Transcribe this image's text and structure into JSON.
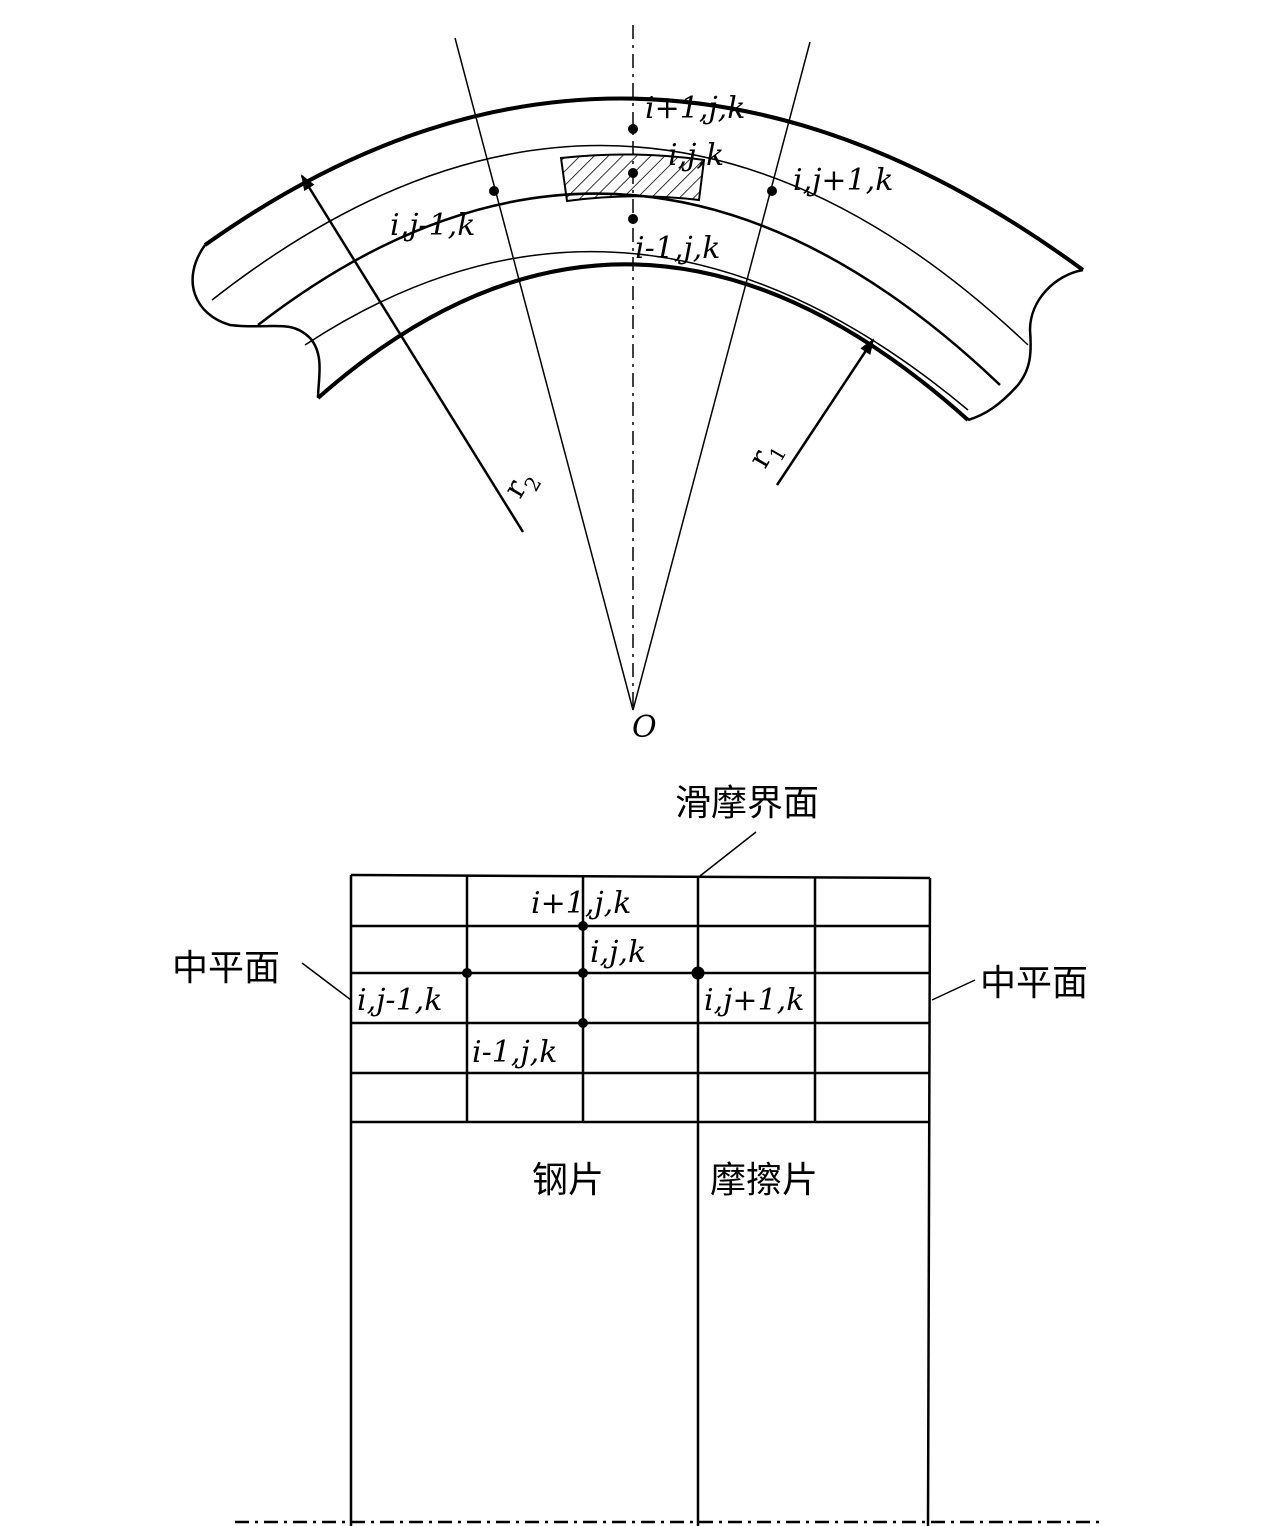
{
  "top_view": {
    "node_labels": {
      "up": "i+1,j,k",
      "center": "i,j,k",
      "right": "i,j+1,k",
      "left": "i,j-1,k",
      "down": "i-1,j,k"
    },
    "radius_outer_label": "r",
    "radius_outer_sub": "2",
    "radius_inner_label": "r",
    "radius_inner_sub": "1",
    "origin_label": "O"
  },
  "bottom_view": {
    "sliding_interface_label": "滑摩界面",
    "mid_plane_left_label": "中平面",
    "mid_plane_right_label": "中平面",
    "steel_plate_label": "钢片",
    "friction_plate_label": "摩擦片",
    "node_labels": {
      "up": "i+1,j,k",
      "center": "i,j,k",
      "left": "i,j-1,k",
      "right": "i,j+1,k",
      "down": "i-1,j,k"
    }
  }
}
